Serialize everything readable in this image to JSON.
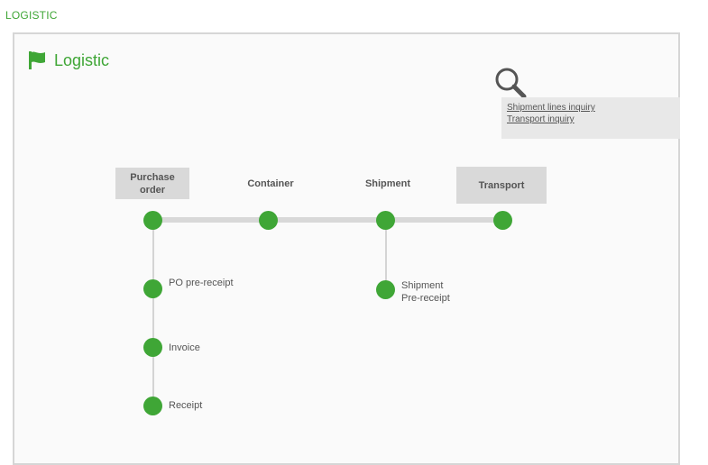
{
  "breadcrumb": "LOGISTIC",
  "panel": {
    "title": "Logistic",
    "title_icon": "flag-icon"
  },
  "inquiry": {
    "icon": "magnifier-icon",
    "links": [
      "Shipment lines inquiry",
      "Transport inquiry"
    ]
  },
  "flow": {
    "stages": [
      {
        "label": "Purchase\norder",
        "boxed": true
      },
      {
        "label": "Container",
        "boxed": false
      },
      {
        "label": "Shipment",
        "boxed": false
      },
      {
        "label": "Transport",
        "boxed": true
      }
    ],
    "purchase_substeps": [
      "PO pre-receipt",
      "Invoice",
      "Receipt"
    ],
    "shipment_substep": "Shipment\nPre-receipt"
  },
  "colors": {
    "accent": "#3fa636",
    "line": "#d8d8d8",
    "box": "#d9d9d9"
  }
}
